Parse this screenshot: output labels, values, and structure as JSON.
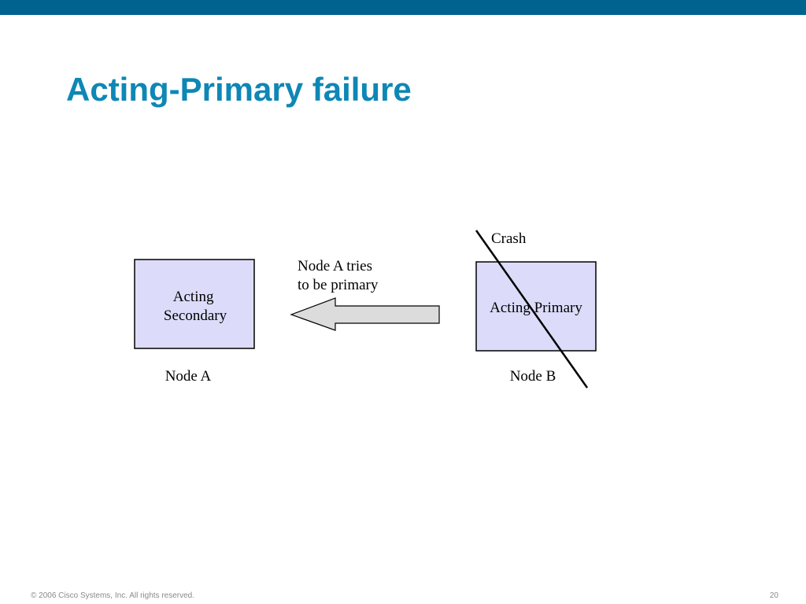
{
  "slide": {
    "title": "Acting-Primary failure",
    "footer_copyright": "© 2006 Cisco Systems, Inc. All rights reserved.",
    "page_number": "20"
  },
  "diagram": {
    "node_a": {
      "box_lines": [
        "Acting",
        "Secondary"
      ],
      "label": "Node A"
    },
    "node_b": {
      "box_text": "Acting Primary",
      "label": "Node B"
    },
    "arrow_label_lines": [
      "Node A tries",
      "to be primary"
    ],
    "crash_label": "Crash"
  },
  "colors": {
    "header_bar": "#00628f",
    "title": "#0e87b5",
    "box_fill": "#dcdcfa",
    "arrow_fill": "#dcdcdc",
    "footer_text": "#8a8a8a"
  }
}
